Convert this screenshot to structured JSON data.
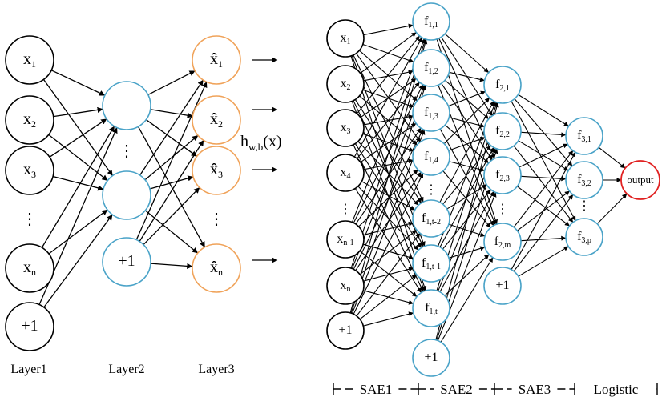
{
  "colors": {
    "black": "#000000",
    "blue": "#4aa3c8",
    "orange": "#f0a35a",
    "red": "#e02020"
  },
  "left": {
    "layer1": [
      {
        "base": "x",
        "sub": "1"
      },
      {
        "base": "x",
        "sub": "2"
      },
      {
        "base": "x",
        "sub": "3"
      },
      {
        "base": "⋮",
        "sub": ""
      },
      {
        "base": "x",
        "sub": "n"
      },
      {
        "base": "+1",
        "sub": ""
      }
    ],
    "layer2": [
      {
        "base": "",
        "sub": ""
      },
      {
        "base": "⋮",
        "sub": ""
      },
      {
        "base": "",
        "sub": ""
      },
      {
        "base": "+1",
        "sub": ""
      }
    ],
    "layer3": [
      {
        "base": "x̂",
        "sub": "1"
      },
      {
        "base": "x̂",
        "sub": "2"
      },
      {
        "base": "x̂",
        "sub": "3"
      },
      {
        "base": "⋮",
        "sub": ""
      },
      {
        "base": "x̂",
        "sub": "n"
      }
    ],
    "output_label": {
      "base": "h",
      "sub": "w,b",
      "tail": "(x)"
    },
    "layer_labels": [
      "Layer1",
      "Layer2",
      "Layer3"
    ]
  },
  "right": {
    "input": [
      {
        "base": "x",
        "sub": "1"
      },
      {
        "base": "x",
        "sub": "2"
      },
      {
        "base": "x",
        "sub": "3"
      },
      {
        "base": "x",
        "sub": "4"
      },
      {
        "base": "⋮",
        "sub": ""
      },
      {
        "base": "x",
        "sub": "n-1"
      },
      {
        "base": "x",
        "sub": "n"
      },
      {
        "base": "+1",
        "sub": ""
      }
    ],
    "hidden1": [
      {
        "base": "f",
        "sub": "1,1"
      },
      {
        "base": "f",
        "sub": "1,2"
      },
      {
        "base": "f",
        "sub": "1,3"
      },
      {
        "base": "f",
        "sub": "1,4"
      },
      {
        "base": "⋮",
        "sub": ""
      },
      {
        "base": "f",
        "sub": "1,t-2"
      },
      {
        "base": "f",
        "sub": "1,t-1"
      },
      {
        "base": "f",
        "sub": "1,t"
      },
      {
        "base": "+1",
        "sub": ""
      }
    ],
    "hidden2": [
      {
        "base": "f",
        "sub": "2,1"
      },
      {
        "base": "f",
        "sub": "2,2"
      },
      {
        "base": "f",
        "sub": "2,3"
      },
      {
        "base": "⋮",
        "sub": ""
      },
      {
        "base": "f",
        "sub": "2,m"
      },
      {
        "base": "+1",
        "sub": ""
      }
    ],
    "hidden3": [
      {
        "base": "f",
        "sub": "3,1"
      },
      {
        "base": "f",
        "sub": "3,2"
      },
      {
        "base": "⋮",
        "sub": ""
      },
      {
        "base": "f",
        "sub": "3,p"
      }
    ],
    "output": "output",
    "bottom_labels": [
      "SAE1",
      "SAE2",
      "SAE3",
      "Logistic"
    ]
  }
}
